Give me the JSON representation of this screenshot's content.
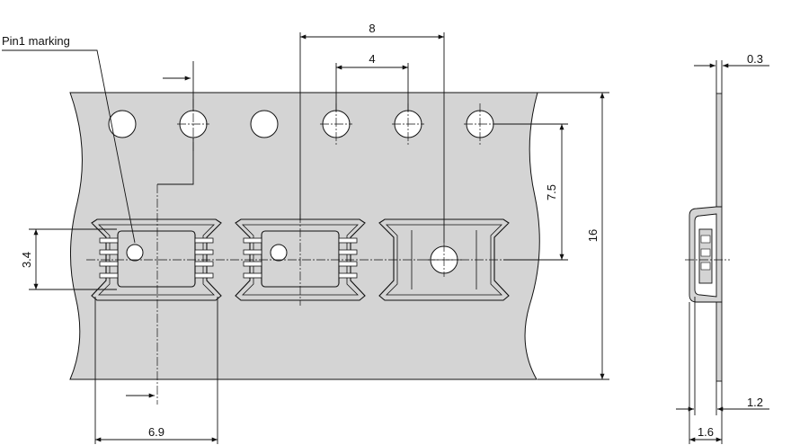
{
  "labels": {
    "pin1_marking": "Pin1 marking",
    "dim_pitch_pocket": "8",
    "dim_pitch_hole": "4",
    "dim_hole_to_center": "7.5",
    "dim_tape_width": "16",
    "dim_pocket_height": "3.4",
    "dim_pocket_width": "6.9",
    "dim_tape_thickness": "0.3",
    "dim_cover_depth": "1.2",
    "dim_pocket_depth": "1.6"
  }
}
